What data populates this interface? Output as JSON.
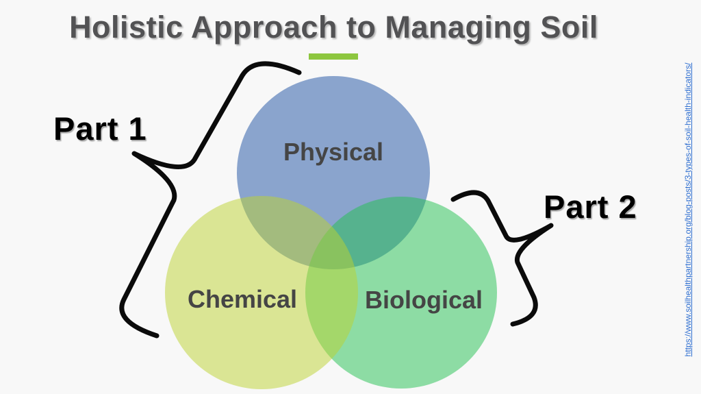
{
  "slide": {
    "title": "Holistic Approach to Managing Soil",
    "title_color": "#525254",
    "accent_bar_color": "#8DC63F",
    "background_color": "#F8F8F8"
  },
  "venn": {
    "label_color": "#454545",
    "circles": [
      {
        "id": "physical",
        "label": "Physical",
        "fill": "#8AA4CD",
        "fill_opacity": "1"
      },
      {
        "id": "biological",
        "label": "Biological",
        "fill": "#21BF4F",
        "fill_opacity": "0.5"
      },
      {
        "id": "chemical",
        "label": "Chemical",
        "fill": "#BBD12F",
        "fill_opacity": "0.5"
      }
    ]
  },
  "annotations": {
    "part1_label": "Part 1",
    "part2_label": "Part 2",
    "brace_color": "#0B0B0B",
    "part_label_color": "#000000"
  },
  "source_link": {
    "text": "https://www.soilhealthpartnership.org/blog-posts/3-types-of-soil-health-indicators/",
    "color": "#2E6ED0"
  }
}
